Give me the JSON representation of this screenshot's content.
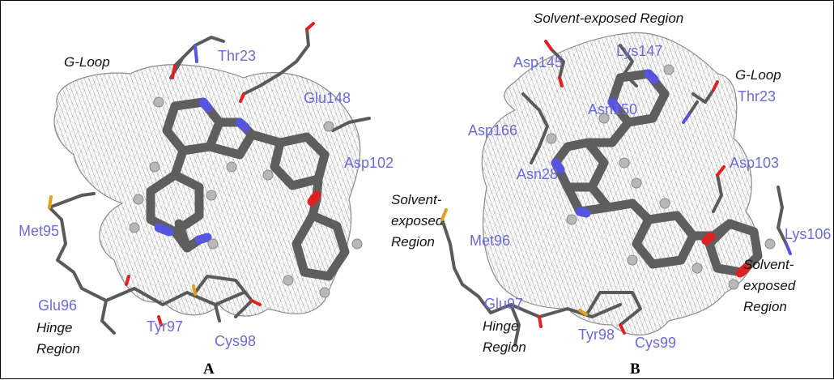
{
  "panels": [
    {
      "letter": "A",
      "regions": {
        "gloop": "G-Loop",
        "solvent_line1": "Solvent-",
        "solvent_line2": "exposed",
        "solvent_line3": "Region",
        "hinge_line1": "Hinge",
        "hinge_line2": "Region"
      },
      "residues": [
        "Thr23",
        "Glu148",
        "Asp102",
        "Met95",
        "Glu96",
        "Tyr97",
        "Cys98"
      ]
    },
    {
      "letter": "B",
      "regions": {
        "solvent_top": "Solvent-exposed Region",
        "gloop": "G-Loop",
        "solvent_line1": "Solvent-",
        "solvent_line2": "exposed",
        "solvent_line3": "Region",
        "hinge_line1": "Hinge",
        "hinge_line2": "Region"
      },
      "residues": [
        "Asp145",
        "Lys147",
        "Thr23",
        "Asn150",
        "Asp166",
        "Asp103",
        "Asn28",
        "Met96",
        "Lys106",
        "Glu97",
        "Tyr98",
        "Cys99"
      ]
    }
  ],
  "colors": {
    "residue_label": "#6b6bd6",
    "carbon": "#5a5a5a",
    "nitrogen": "#5555dd",
    "oxygen": "#dd2222",
    "sulfur": "#e0a020",
    "mesh": "#9a9a9a"
  }
}
